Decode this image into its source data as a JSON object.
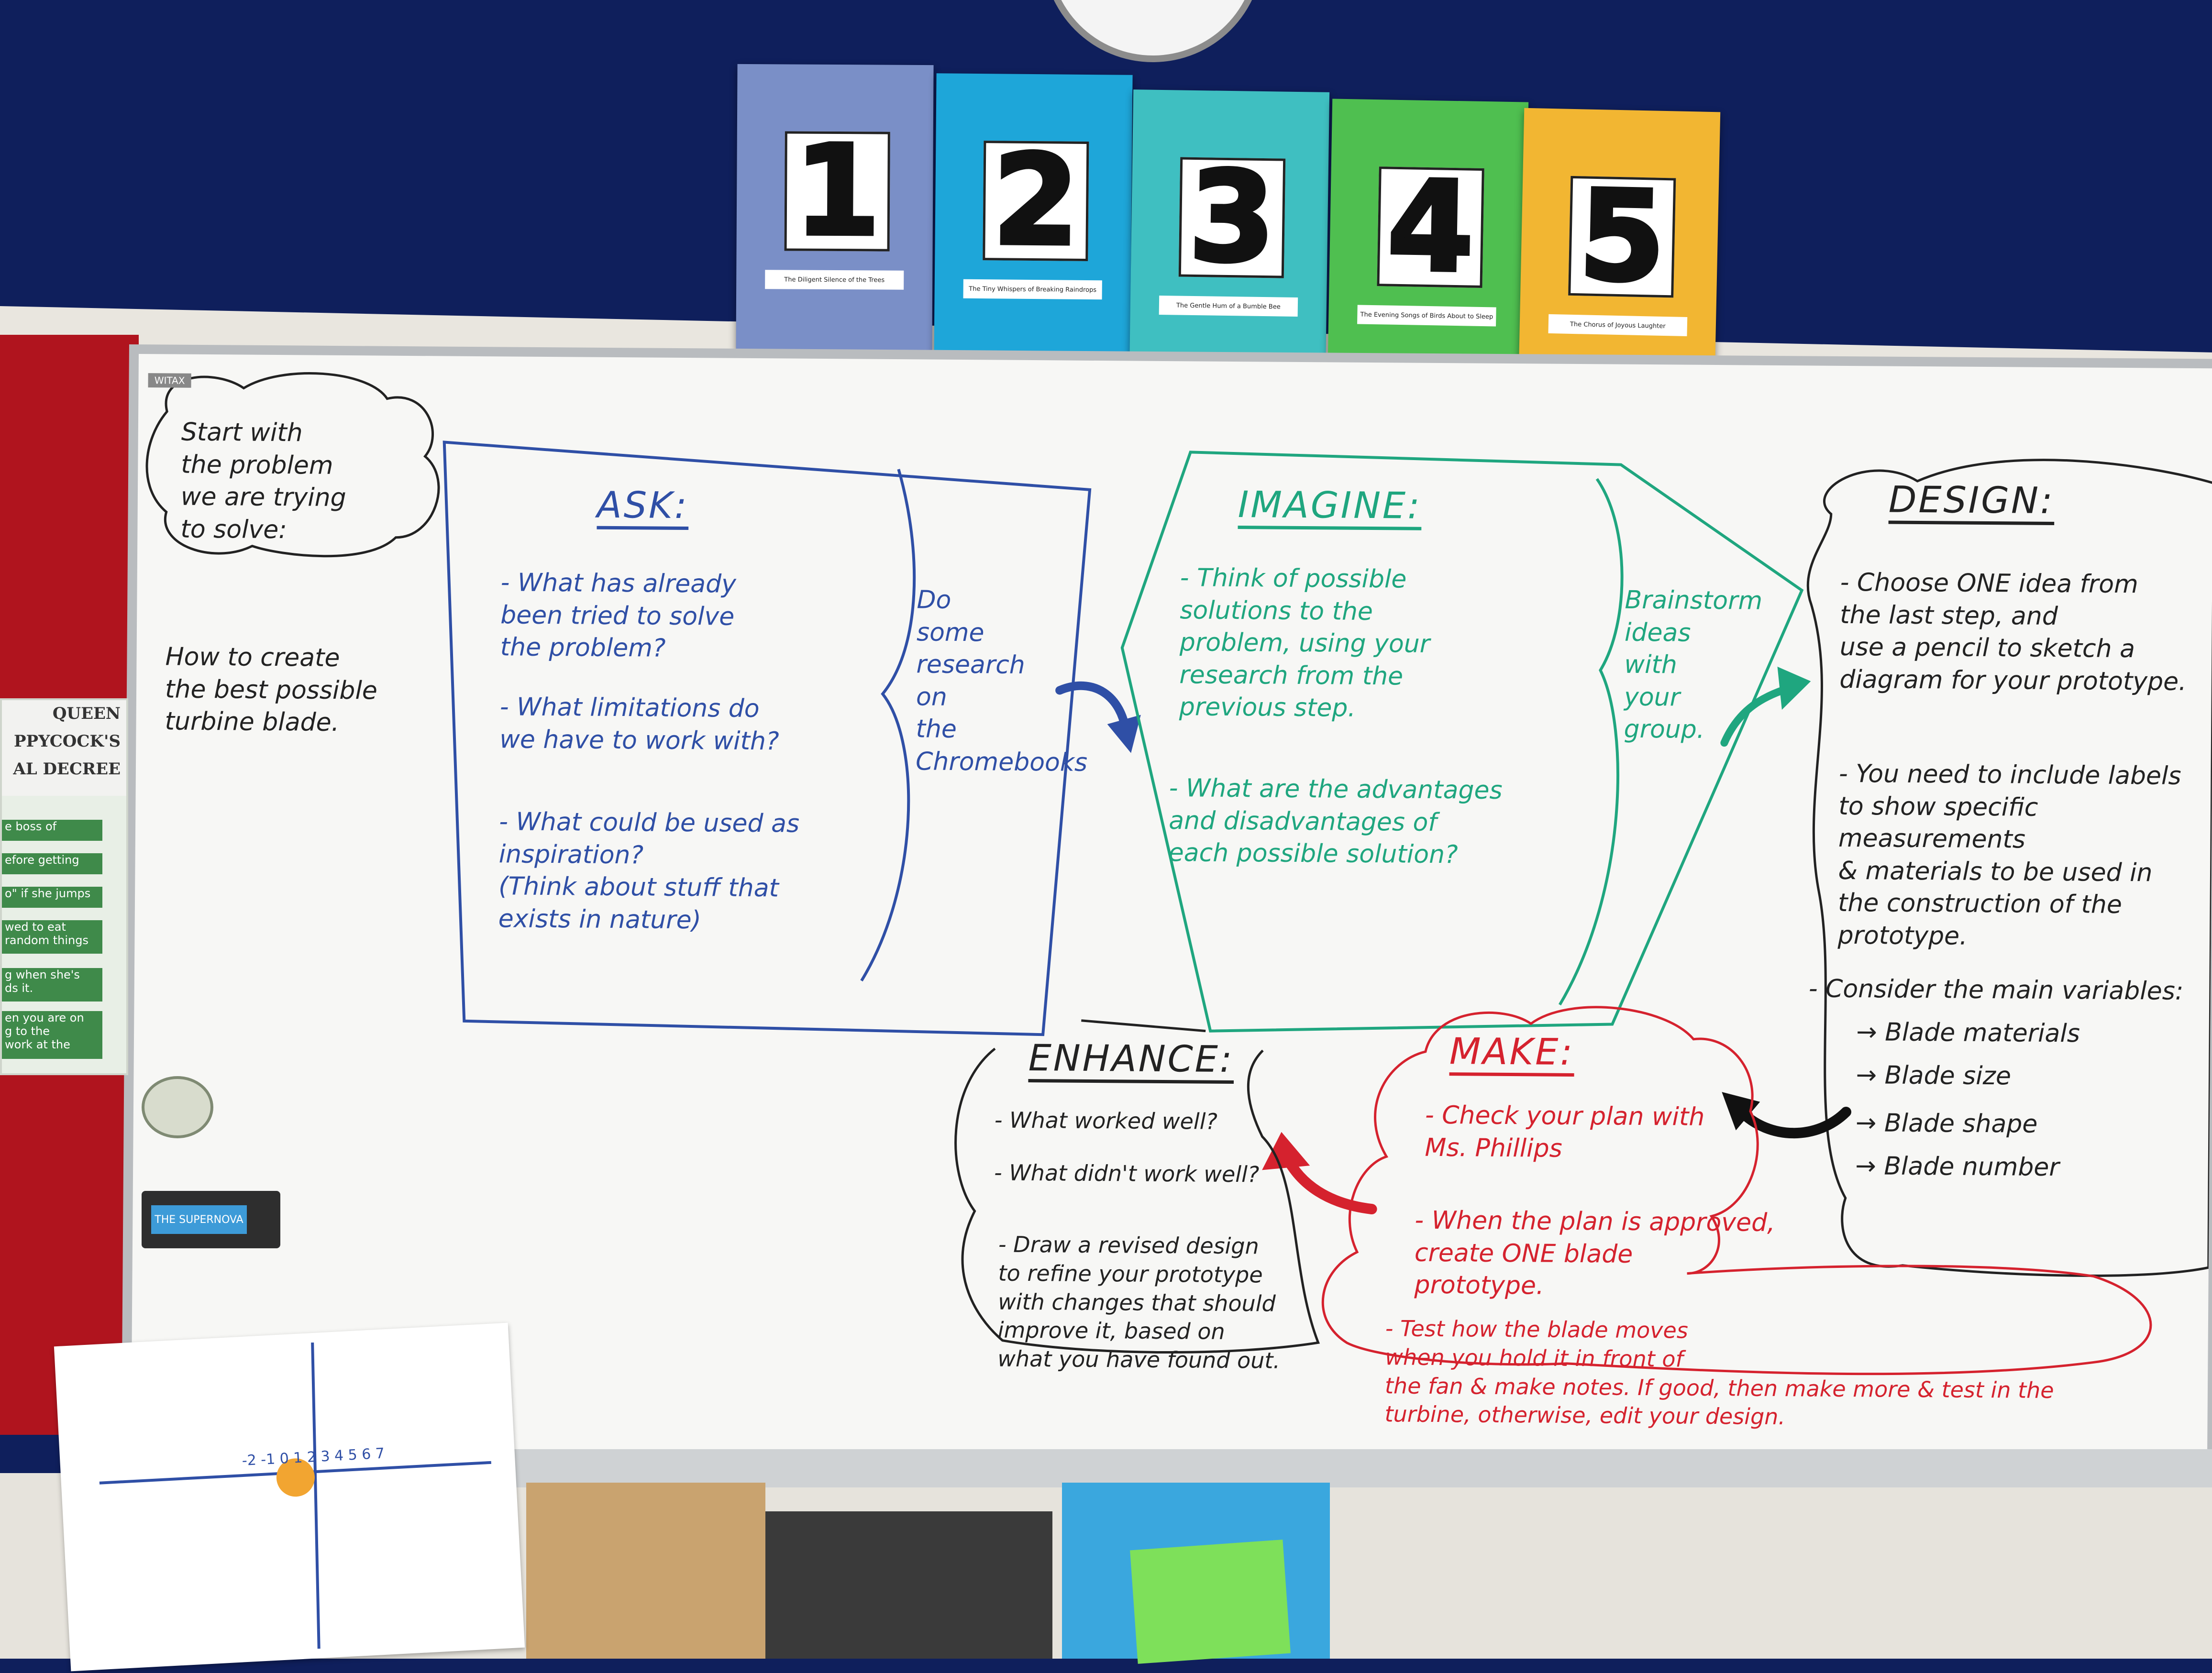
{
  "cards": [
    {
      "number": "1",
      "caption": "The Diligent Silence of the Trees",
      "color": "#7a8fc7"
    },
    {
      "number": "2",
      "caption": "The Tiny Whispers of Breaking Raindrops",
      "color": "#1ea6d9"
    },
    {
      "number": "3",
      "caption": "The Gentle Hum of a Bumble Bee",
      "color": "#3fbfc1"
    },
    {
      "number": "4",
      "caption": "The Evening Songs of Birds About to Sleep",
      "color": "#4fbf50"
    },
    {
      "number": "5",
      "caption": "The Chorus of Joyous Laughter",
      "color": "#f2b632"
    }
  ],
  "board": {
    "brand": "WITAX",
    "start": {
      "prompt": "Start with\nthe problem\nwe are trying\nto solve:",
      "problem": "How to create\nthe best possible\nturbine blade."
    },
    "ask": {
      "title": "ASK:",
      "q1": "- What has already\nbeen tried to solve\nthe problem?",
      "q2": "- What limitations do\nwe have to work with?",
      "q3": "- What could be used as\ninspiration?\n(Think about stuff that\nexists in nature)",
      "side": "Do\nsome\nresearch\non\nthe\nChromebooks"
    },
    "imagine": {
      "title": "IMAGINE:",
      "q1": "- Think of possible\nsolutions to the\nproblem, using your\nresearch from the\nprevious step.",
      "q2": "- What are the advantages\nand disadvantages of\neach possible solution?",
      "side": "Brainstorm\nideas\nwith\nyour\ngroup."
    },
    "design": {
      "title": "DESIGN:",
      "q1": "- Choose ONE idea from\nthe last step, and\nuse a pencil to sketch a\ndiagram for your prototype.",
      "q2": "- You need to include labels\nto show specific measurements\n& materials to be used in\nthe construction of the\nprototype.",
      "q3": "- Consider the main variables:",
      "variables": [
        "→ Blade materials",
        "→ Blade size",
        "→ Blade shape",
        "→ Blade number"
      ]
    },
    "make": {
      "title": "MAKE:",
      "q1": "- Check your plan with\nMs. Phillips",
      "q2": "- When the plan is approved,\ncreate ONE blade\nprototype.",
      "q3": "- Test how the blade moves\nwhen you hold it in front of\nthe fan & make notes.  If good, then make more & test in the\nturbine, otherwise, edit your design."
    },
    "enhance": {
      "title": "ENHANCE:",
      "q1": "- What worked well?",
      "q2": "- What didn't work well?",
      "q3": "- Draw a revised design\nto refine your prototype\nwith changes that should\nimprove it, based on\nwhat you have found out."
    }
  },
  "poster": {
    "header": "QUEEN\nPPYCOCK'S\nAL DECREE",
    "lines": [
      "e boss of",
      "efore getting",
      "o\" if she jumps",
      "wed to eat\nrandom things",
      "g when she's\nds it.",
      "en you are on\ng to the\nwork at the"
    ]
  },
  "eraser_label": "THE SUPERNOVA",
  "axis_numbers": "-2 -1 0 1 2 3 4 5 6 7"
}
